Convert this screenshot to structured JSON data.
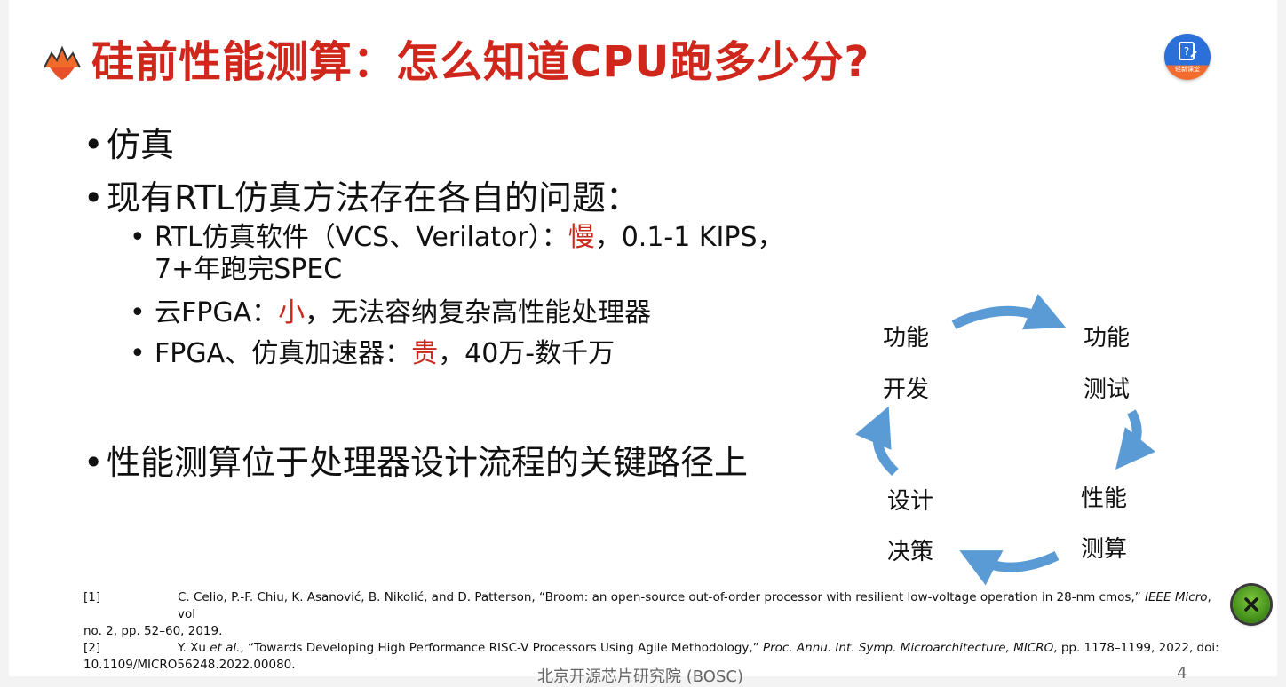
{
  "slide": {
    "title": "硅前性能测算：怎么知道CPU跑多少分?",
    "badge_label": "轻新课堂",
    "colors": {
      "title": "#d0271d",
      "emphasis": "#c8281d",
      "arrow": "#5b9bd5"
    }
  },
  "bullets": [
    {
      "text": "仿真"
    },
    {
      "text": "现有RTL仿真方法存在各自的问题："
    }
  ],
  "sub_bullets": [
    {
      "prefix": "RTL仿真软件（VCS、Verilator）：",
      "emphasis": "慢",
      "suffix": "，0.1-1 KIPS，",
      "line2": "7+年跑完SPEC"
    },
    {
      "prefix": "云FPGA：",
      "emphasis": "小",
      "suffix": "，无法容纳复杂高性能处理器"
    },
    {
      "prefix": "FPGA、仿真加速器：",
      "emphasis": "贵",
      "suffix": "，40万-数千万"
    }
  ],
  "bullet_last": "性能测算位于处理器设计流程的关键路径上",
  "cycle": {
    "dev": [
      "功能",
      "开发"
    ],
    "test": [
      "功能",
      "测试"
    ],
    "perf": [
      "性能",
      "测算"
    ],
    "decision": [
      "设计",
      "决策"
    ]
  },
  "references": [
    {
      "num": "[1]",
      "authors": "C. Celio, P.-F. Chiu, K. Asanović, B. Nikolić, and D. Patterson, “Broom: an open-source out-of-order processor with resilient low-voltage operation in 28-nm cmos,” ",
      "venue": "IEEE Micro",
      "tail": ", vol",
      "cont": "no. 2, pp. 52–60, 2019."
    },
    {
      "num": "[2]",
      "authors_a": "Y. Xu ",
      "etal": "et al.",
      "authors_b": ", “Towards Developing High Performance RISC-V Processors Using Agile Methodology,” ",
      "venue": "Proc. Annu. Int. Symp. Microarchitecture, MICRO",
      "tail": ", pp. 1178–1199, 2022, doi:",
      "cont": "10.1109/MICRO56248.2022.00080."
    }
  ],
  "footer": "北京开源芯片研究院 (BOSC)",
  "page_number": "4"
}
